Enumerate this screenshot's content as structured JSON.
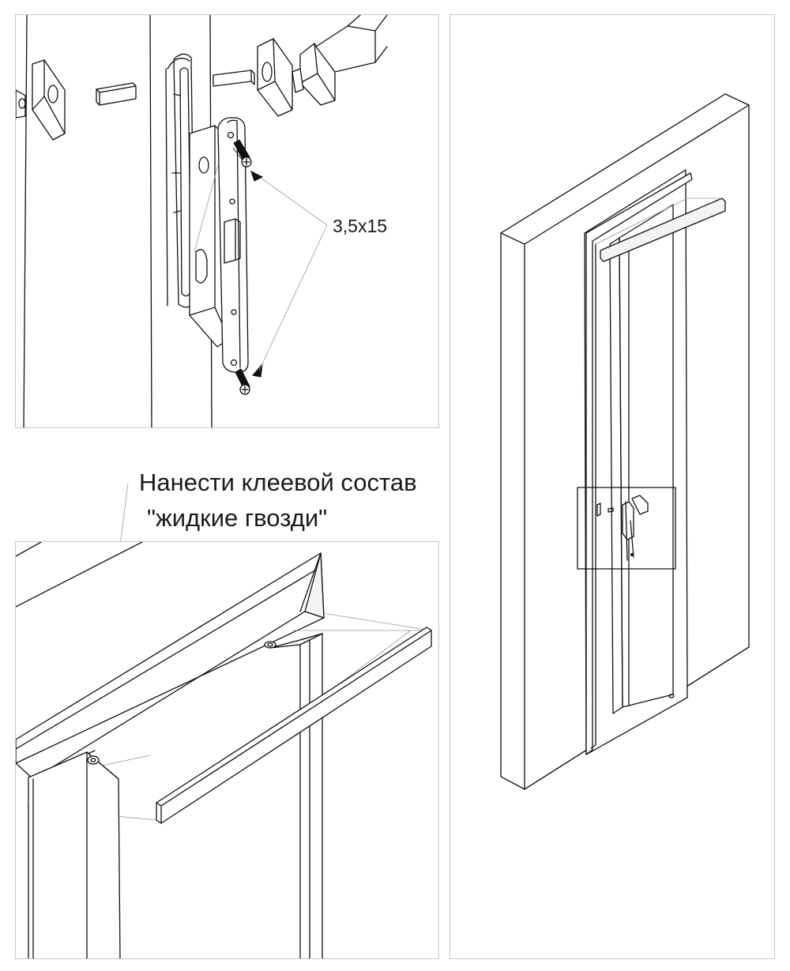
{
  "labels": {
    "screw_size": "3,5x15",
    "glue_line1": "Нанести клеевой состав",
    "glue_line2": "\"жидкие гвозди\""
  },
  "colors": {
    "line": "#111111",
    "leader": "#9a9a9a",
    "panel_border": "#c8c8c8",
    "background": "#ffffff"
  }
}
